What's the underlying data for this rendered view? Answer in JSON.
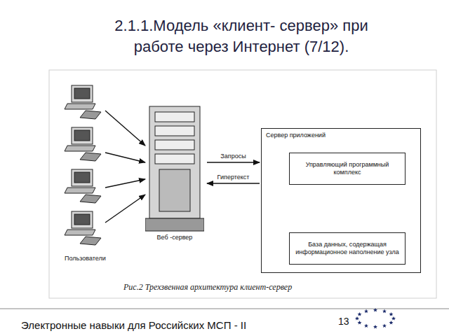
{
  "diagram": {
    "title": "2.1.1.Модель «клиент- сервер» при работе через Интернет (7/12).",
    "caption": "Рис.2 Трехзвенная архитектура клиент-сервер",
    "nodes": [
      {
        "text": [
          "Веб -сервер"
        ]
      },
      {
        "text": [
          "Сервер приложений"
        ]
      },
      {
        "text": [
          "Управляющий программный комплекс"
        ],
        "in": 1
      },
      {
        "text": [
          "База данных, содержащая информационное наполнение узла"
        ],
        "in": 1
      }
    ],
    "edges": [
      {
        "from": 0,
        "to": 1,
        "label": "Запросы",
        "arrow": "to"
      },
      {
        "from": 1,
        "to": 0,
        "label": "Гипертекст",
        "arrow": "to"
      },
      {
        "from": 2,
        "to": 3,
        "arrow": "both"
      }
    ],
    "labels": [
      "Пользователи",
      "Электронные навыки для Российских МСП - II",
      "13"
    ]
  }
}
